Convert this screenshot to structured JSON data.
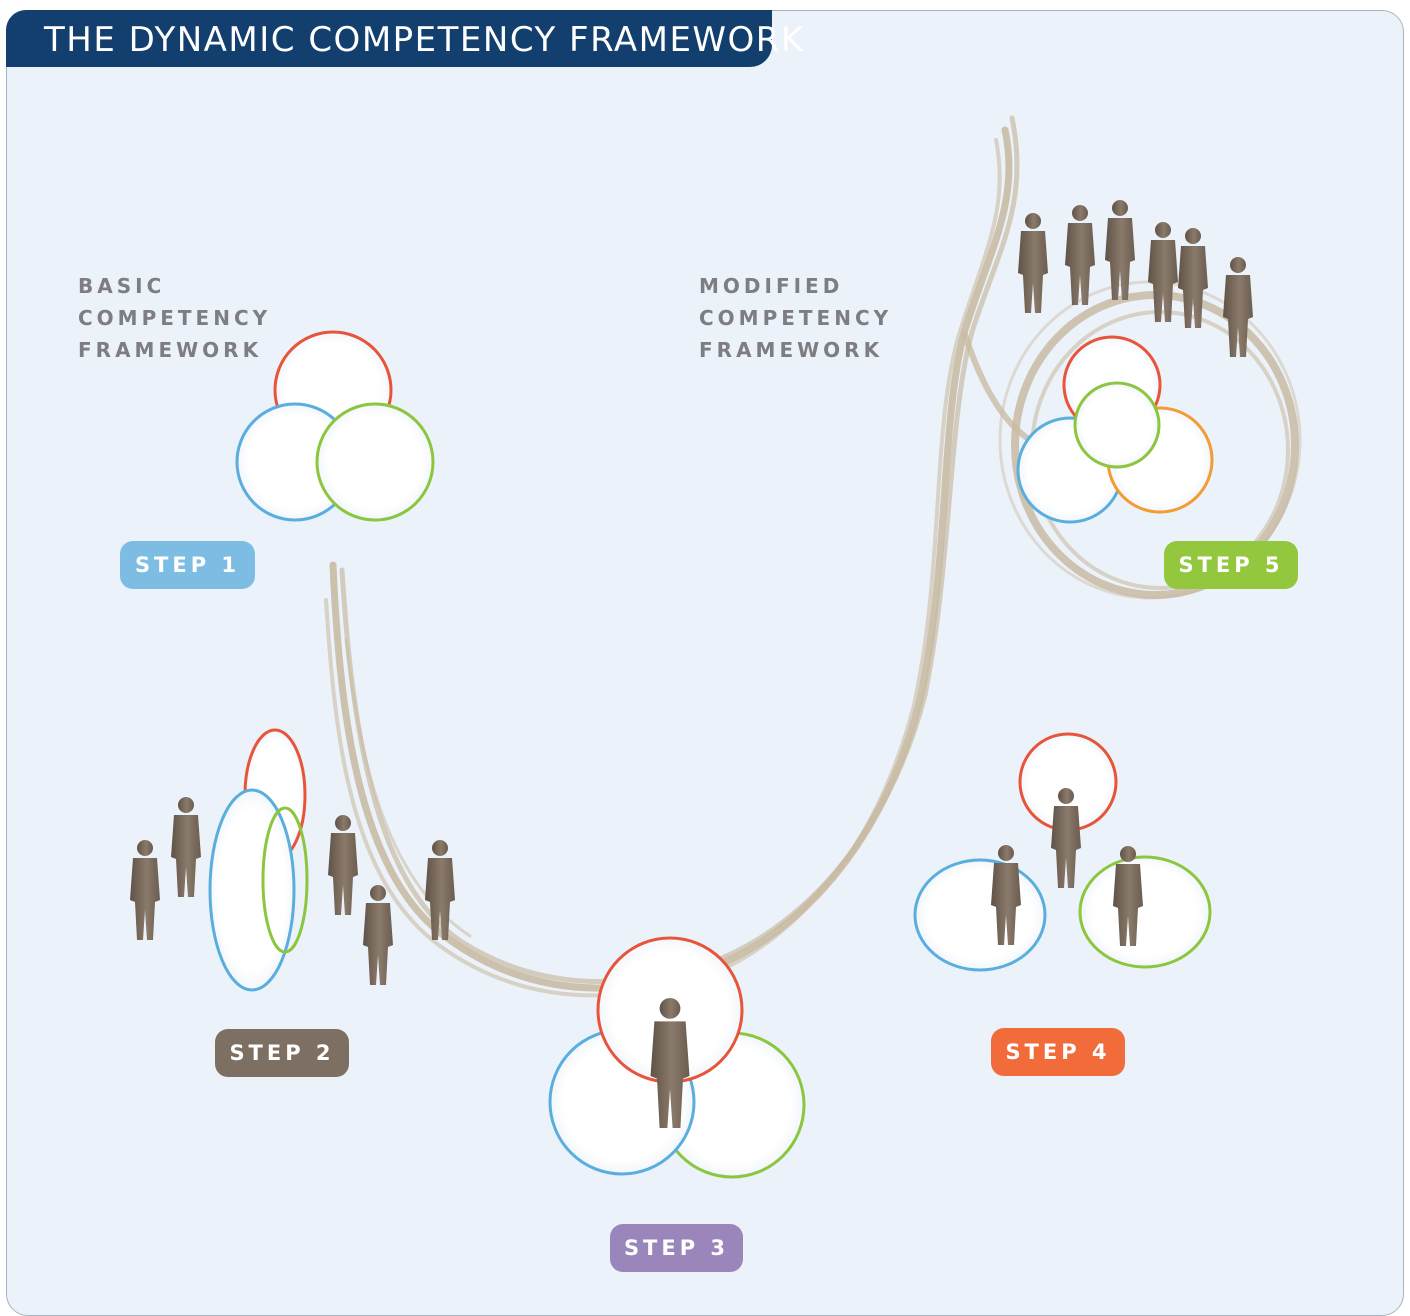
{
  "title": "THE DYNAMIC COMPETENCY FRAMEWORK",
  "labels": {
    "basic": [
      "BASIC",
      "COMPETENCY",
      "FRAMEWORK"
    ],
    "modified": [
      "MODIFIED",
      "COMPETENCY",
      "FRAMEWORK"
    ]
  },
  "steps": [
    {
      "label": "STEP 1",
      "color": "#7dbde3"
    },
    {
      "label": "STEP 2",
      "color": "#7d7062"
    },
    {
      "label": "STEP 3",
      "color": "#9a86ba"
    },
    {
      "label": "STEP 4",
      "color": "#f26b3a"
    },
    {
      "label": "STEP 5",
      "color": "#93c83e"
    }
  ],
  "colors": {
    "frame_bg": "#ebf2fa",
    "title_bg": "#123f6e",
    "path": "#c9bba3",
    "ring_red": "#e8543a",
    "ring_blue": "#5aaedd",
    "ring_green": "#8cc63e",
    "ring_orange": "#f39c32",
    "silhouette": "#7a6b5d"
  }
}
